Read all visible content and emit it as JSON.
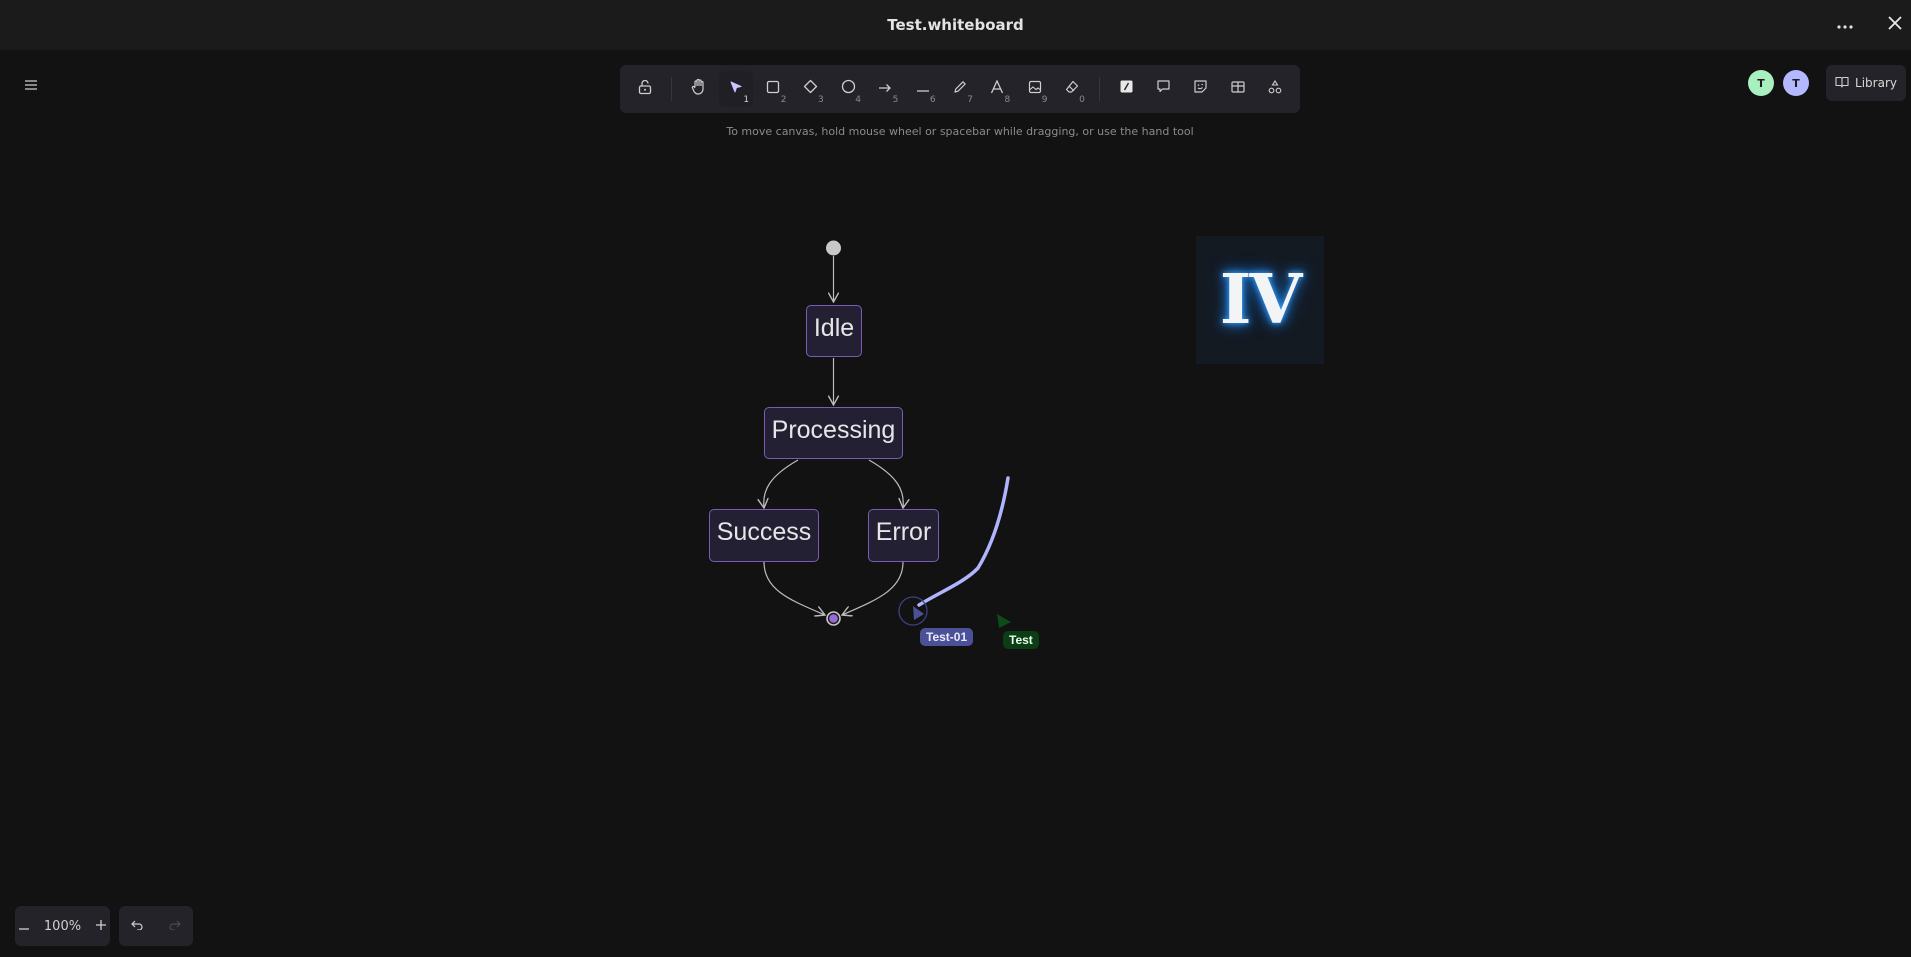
{
  "header": {
    "title": "Test.whiteboard",
    "more_icon": "more-horizontal-icon",
    "close_icon": "close-icon"
  },
  "menu": {
    "icon": "hamburger-menu-icon"
  },
  "toolbar": {
    "tools": [
      {
        "name": "lock",
        "icon": "lock-open-icon",
        "key": ""
      },
      {
        "name": "hand",
        "icon": "hand-icon",
        "key": ""
      },
      {
        "name": "selection",
        "icon": "pointer-icon",
        "key": "1",
        "active": true
      },
      {
        "name": "rectangle",
        "icon": "rectangle-icon",
        "key": "2"
      },
      {
        "name": "diamond",
        "icon": "diamond-icon",
        "key": "3"
      },
      {
        "name": "ellipse",
        "icon": "ellipse-icon",
        "key": "4"
      },
      {
        "name": "arrow",
        "icon": "arrow-icon",
        "key": "5"
      },
      {
        "name": "line",
        "icon": "line-icon",
        "key": "6"
      },
      {
        "name": "draw",
        "icon": "pencil-icon",
        "key": "7"
      },
      {
        "name": "text",
        "icon": "text-icon",
        "key": "8"
      },
      {
        "name": "image",
        "icon": "image-icon",
        "key": "9"
      },
      {
        "name": "eraser",
        "icon": "eraser-icon",
        "key": "0"
      },
      {
        "name": "laser",
        "icon": "laser-pointer-icon",
        "key": ""
      },
      {
        "name": "comment",
        "icon": "comment-icon",
        "key": ""
      },
      {
        "name": "sticker",
        "icon": "sticker-icon",
        "key": ""
      },
      {
        "name": "table",
        "icon": "table-icon",
        "key": ""
      },
      {
        "name": "shapes",
        "icon": "shapes-icon",
        "key": ""
      }
    ]
  },
  "hint": "To move canvas, hold mouse wheel or spacebar while dragging, or use the hand tool",
  "collaborators": [
    {
      "initial": "T",
      "color": "#a8f0c0"
    },
    {
      "initial": "T",
      "color": "#b3b8ff"
    }
  ],
  "library": {
    "label": "Library",
    "icon": "book-icon"
  },
  "zoom": {
    "value": "100%",
    "minus": "−",
    "plus": "+"
  },
  "history": {
    "undo_icon": "undo-icon",
    "redo_icon": "redo-icon",
    "redo_disabled": true
  },
  "diagram": {
    "nodes": [
      {
        "id": "idle",
        "label": "Idle"
      },
      {
        "id": "processing",
        "label": "Processing"
      },
      {
        "id": "success",
        "label": "Success"
      },
      {
        "id": "error",
        "label": "Error"
      }
    ],
    "colors": {
      "node_fill": "#232034",
      "node_border": "#7a5cb4",
      "edge": "#bdbdbd",
      "end_fill": "#9a6ad8"
    }
  },
  "image_element": {
    "text": "IV"
  },
  "cursors": [
    {
      "label": "Test-01",
      "color": "#4a5196"
    },
    {
      "label": "Test",
      "color": "#0c3d14"
    }
  ],
  "stroke": {
    "color": "#b0b4ff"
  }
}
